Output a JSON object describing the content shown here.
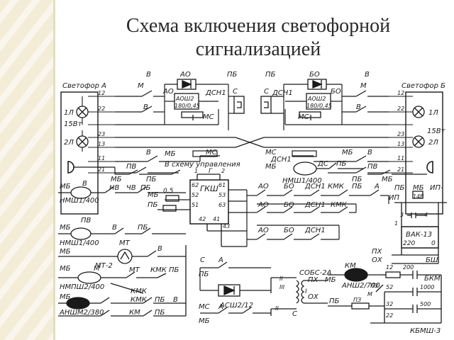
{
  "title": {
    "line1": "Схема включения светофорной",
    "line2": "сигнализацией"
  },
  "colors": {
    "side_band": "#f3ecd7",
    "ink": "#1a1a1a",
    "title": "#2a2a2a"
  },
  "schematic": {
    "signal_a": "Светофор А",
    "signal_b": "Светофор Б",
    "lamp_power_a": "15Вт",
    "lamp_power_b": "15Вт",
    "to_control": "В схему управления",
    "relays": {
      "nmsh1_400_top": "НМШ1/400",
      "nmsh1_400_left1": "НМШ1/400",
      "nmsh1_400_left2": "НМШ1/400",
      "nmpsh2_400": "НМПШ2/400",
      "anshm2_380": "АНШМ2/380",
      "ansh2_700": "АНШ2/700",
      "gksh": "ГКШ",
      "vak13": "ВАК-13",
      "sobs": "СОБС-2А",
      "ash": "АСШ2/12",
      "kbmsh": "КБМШ-3",
      "ao_top": "АО",
      "bo_top": "БО",
      "aosh_a": "АОШ2",
      "aosh_b": "АОШ2",
      "aosh_a_val": "180/0,45",
      "aosh_b_val": "180/0,45"
    },
    "labels": {
      "m": "М",
      "v": "В",
      "pv": "ПВ",
      "pb": "ПБ",
      "mb": "МБ",
      "ms": "МС",
      "mt": "МТ",
      "mt2": "МТ-2",
      "kmk": "КМК",
      "km": "КМ",
      "nv": "НВ",
      "chv": "ЧВ",
      "ao": "АО",
      "bo": "БО",
      "dsn1": "ДСН1",
      "a": "А",
      "b": "Б",
      "c": "С",
      "one_l": "1Л",
      "two_l": "2Л",
      "val_05": "0,5",
      "val_14v": "14В",
      "ip": "ИП",
      "ip_minus": "ИП-",
      "px": "ПХ",
      "ox": "ОХ",
      "bsh": "БШ",
      "val_220": "220",
      "zero": "0",
      "bkm": "БКМ",
      "pz": "ПЗ",
      "val_200": "200",
      "val_1000": "1000",
      "val_500": "500",
      "term_12": "12",
      "term_22": "22",
      "term_23": "23",
      "term_13": "13",
      "term_11": "11",
      "term_21": "21",
      "g_1": "1",
      "g_2": "2",
      "g_r": "Г",
      "g_62": "62",
      "g_52": "52",
      "g_51": "51",
      "g_42": "42",
      "g_61": "61",
      "g_53": "53",
      "g_63": "63",
      "g_41": "41",
      "g_43": "43",
      "s_3": "3",
      "s_4": "4",
      "s_1": "1",
      "s_52": "52",
      "s_32": "32",
      "s_22": "22",
      "tr_II": "II",
      "tr_III": "III",
      "tr_I": "I",
      "ds": "ДС",
      "mb_top": "МБ"
    }
  }
}
